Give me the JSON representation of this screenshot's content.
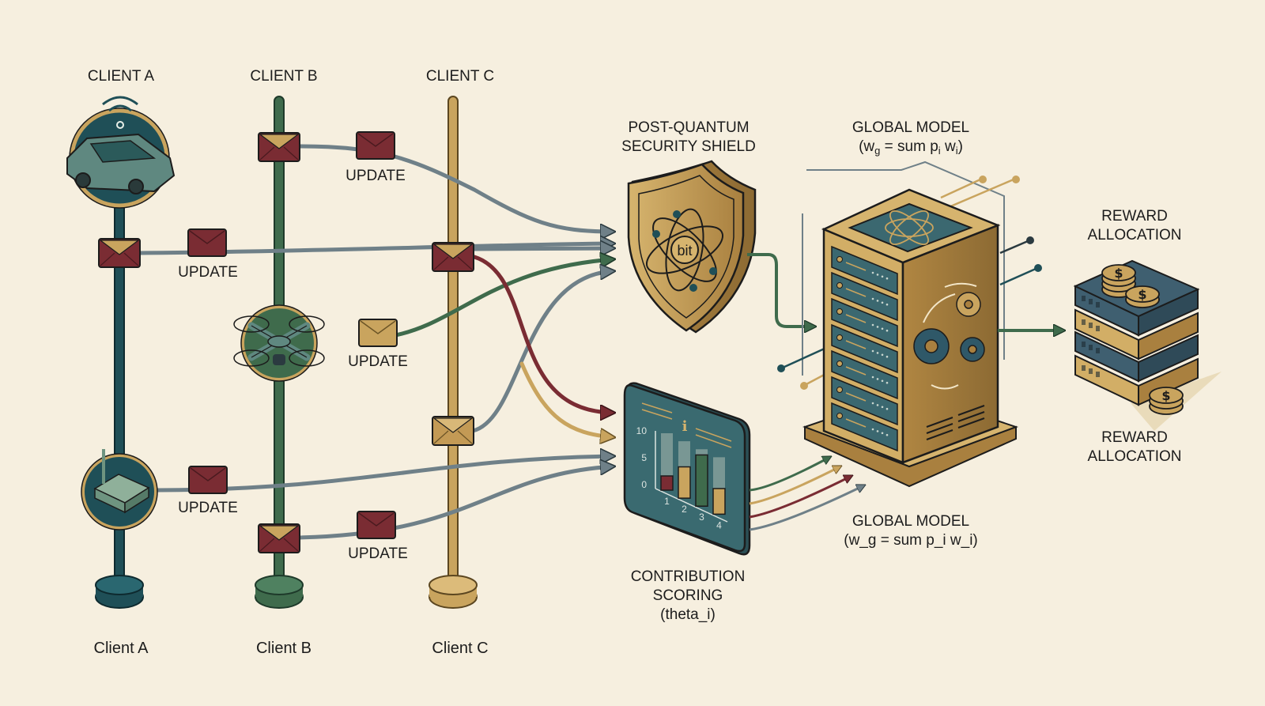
{
  "title": "Federated learning with post-quantum security and contribution-based rewards",
  "palette": {
    "background": "#f6efdf",
    "teal": "#1f4f57",
    "green": "#3f6b4c",
    "gold": "#c9a45e",
    "maroon": "#7a2c33",
    "slate": "#6f8088",
    "ink": "#1c1c1c"
  },
  "clients": [
    {
      "id": "A",
      "top_label": "CLIENT A",
      "bottom_label": "Client A",
      "device": "connected-car",
      "line_color": "teal",
      "updates": [
        {
          "label": "UPDATE",
          "envelope": "maroon"
        },
        {
          "label": "UPDATE",
          "envelope": "maroon"
        }
      ]
    },
    {
      "id": "B",
      "top_label": "CLIENT B",
      "bottom_label": "Client B",
      "device": "drone",
      "line_color": "green",
      "updates": [
        {
          "label": "UPDATE",
          "envelope": "maroon"
        },
        {
          "label": "UPDATE",
          "envelope": "gold"
        },
        {
          "label": "UPDATE",
          "envelope": "maroon"
        }
      ]
    },
    {
      "id": "C",
      "top_label": "CLIENT C",
      "bottom_label": "Client C",
      "device": "none",
      "line_color": "gold",
      "updates": []
    }
  ],
  "iot_device": "router",
  "shield": {
    "title_line1": "POST-QUANTUM",
    "title_line2": "SECURITY SHIELD",
    "emblem_text": "bit"
  },
  "global_model_top": {
    "title": "GLOBAL MODEL",
    "formula_prefix": "(w",
    "formula_sub_g": "g",
    "formula_mid": " = sum p",
    "formula_sub_i1": "i",
    "formula_w": " w",
    "formula_sub_i2": "i",
    "formula_suffix": ")"
  },
  "global_model_bottom": {
    "title": "GLOBAL MODEL",
    "formula": "(w_g = sum p_i w_i)"
  },
  "reward_top": {
    "line1": "REWARD",
    "line2": "ALLOCATION"
  },
  "reward_bottom": {
    "line1": "REWARD",
    "line2": "ALLOCATION"
  },
  "contribution": {
    "line1": "CONTRIBUTION",
    "line2": "SCORING",
    "line3": "(theta_i)",
    "panel_icon": "info"
  },
  "chart_data": {
    "type": "bar",
    "title": "",
    "categories": [
      "1",
      "2",
      "3",
      "4"
    ],
    "values": [
      2.5,
      5.5,
      9,
      4.5
    ],
    "colors": [
      "maroon",
      "gold",
      "green",
      "gold"
    ],
    "max_track": 10,
    "ylim": [
      0,
      10
    ],
    "yticks": [
      "0",
      "5",
      "10"
    ],
    "xlabel": "",
    "ylabel": ""
  }
}
